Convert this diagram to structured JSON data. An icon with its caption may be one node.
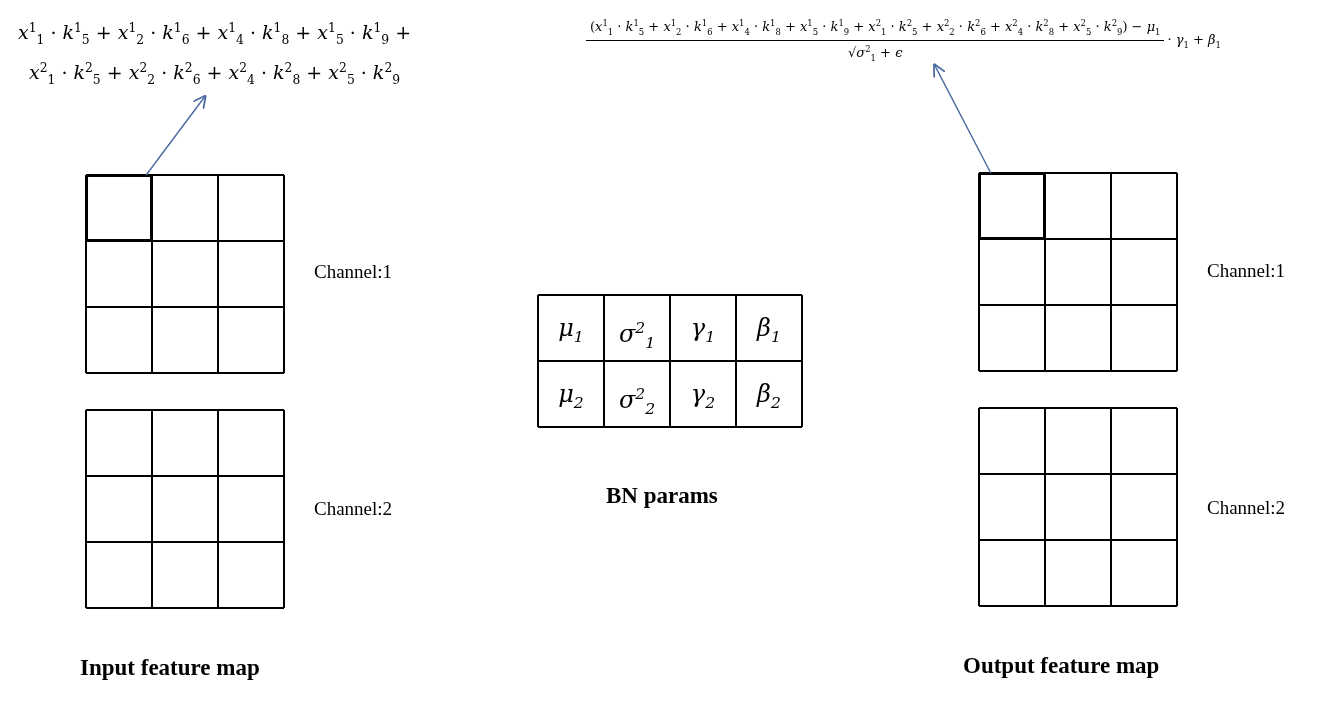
{
  "diagram": {
    "nodes": [
      {
        "text": [
          "*x*$^{1}$$_{1}$ · *k*$^{1}$$_{5}$ + *x*$^{1}$$_{2}$ · *k*$^{1}$$_{6}$ + *x*$^{1}$$_{4}$ · *k*$^{1}$$_{8}$ + *x*$^{1}$$_{5}$ · *k*$^{1}$$_{9}$ + *x*$^{2}$$_{1}$ · *k*$^{2}$$_{5}$ + *x*$^{2}$$_{2}$ · *k*$^{2}$$_{6}$ + *x*$^{2}$$_{4}$ · *k*$^{2}$$_{8}$ + *x*$^{2}$$_{5}$ · *k*$^{2}$$_{9}$"
        ]
      },
      {
        "text": [],
        "shape": "box"
      },
      {
        "text": [
          "(*x*$^{1}$$_{1}$ · *k*$^{1}$$_{5}$ + *x*$^{1}$$_{2}$ · *k*$^{1}$$_{6}$ + *x*$^{1}$$_{4}$ · *k*$^{1}$$_{8}$ + *x*$^{1}$$_{5}$ · *k*$^{1}$$_{9}$ + *x*$^{2}$$_{1}$ · *k*$^{2}$$_{5}$ + *x*$^{2}$$_{2}$ · *k*$^{2}$$_{6}$ + *x*$^{2}$$_{4}$ · *k*$^{2}$$_{8}$ + *x*$^{2}$$_{5}$ · *k*$^{2}$$_{9}$) − *μ*$_{1}$",
          "√*σ*$^{2}$$_{1}$ + *ϵ*",
          "· *γ*$_{1}$ + *β*$_{1}$"
        ]
      },
      {
        "text": [],
        "shape": "box"
      }
    ],
    "edges": [
      {
        "from": 1,
        "to": 0,
        "arrow": "to"
      },
      {
        "from": 3,
        "to": 2,
        "arrow": "to"
      }
    ],
    "labels": [
      "Channel:1",
      "Channel:2",
      "μ$_{1}$",
      "σ$^{2}$$_{1}$",
      "γ$_{1}$",
      "β$_{1}$",
      "μ$_{2}$",
      "σ$^{2}$$_{2}$",
      "γ$_{2}$",
      "β$_{2}$",
      "BN params",
      "Channel:1",
      "Channel:2",
      "Input feature map",
      "Output feature map"
    ]
  }
}
